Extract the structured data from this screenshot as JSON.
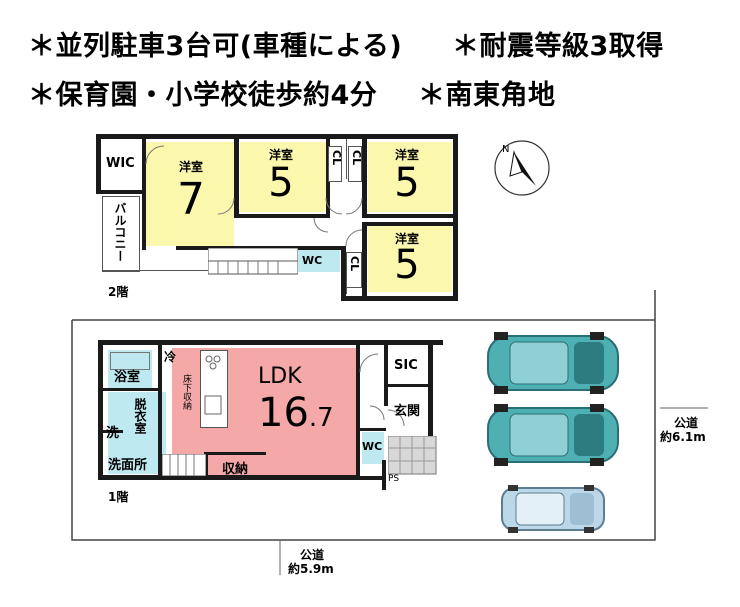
{
  "headline": {
    "line1_a": "＊並列駐車3台可(車種による)",
    "line1_b": "＊耐震等級3取得",
    "line2_a": "＊保育園・小学校徒歩約4分",
    "line2_b": "＊南東角地"
  },
  "floor2": {
    "label": "2階",
    "rooms": {
      "wic": "WIC",
      "room1_name": "洋室",
      "room1_size": "7",
      "room2_name": "洋室",
      "room2_size": "5",
      "room3_name": "洋室",
      "room3_size": "5",
      "room4_name": "洋室",
      "room4_size": "5",
      "cl1": "CL",
      "cl2": "CL",
      "cl3": "CL",
      "wc": "WC",
      "balcony": "バルコニー"
    }
  },
  "floor1": {
    "label": "1階",
    "rooms": {
      "ldk_name": "LDK",
      "ldk_size_int": "16",
      "ldk_size_dec": ".7",
      "bath": "浴室",
      "fridge": "冷",
      "underfloor": "床下収納",
      "dressing": "脱衣室",
      "washer": "洗",
      "washroom": "洗面所",
      "storage": "収納",
      "wc": "WC",
      "sic": "SIC",
      "entrance": "玄関",
      "ps": "PS"
    }
  },
  "roads": {
    "east_label": "公道",
    "east_width": "約6.1m",
    "south_label": "公道",
    "south_width": "約5.9m"
  },
  "colors": {
    "yellow_room": "#fbf8ad",
    "ldk": "#f4a9a8",
    "wet_area": "#bfe9f0",
    "car_teal": "#4fb0b4",
    "car_light": "#bcd8e8"
  },
  "icons": [
    "compass-north-icon",
    "car-icon",
    "car-icon",
    "car-icon"
  ]
}
